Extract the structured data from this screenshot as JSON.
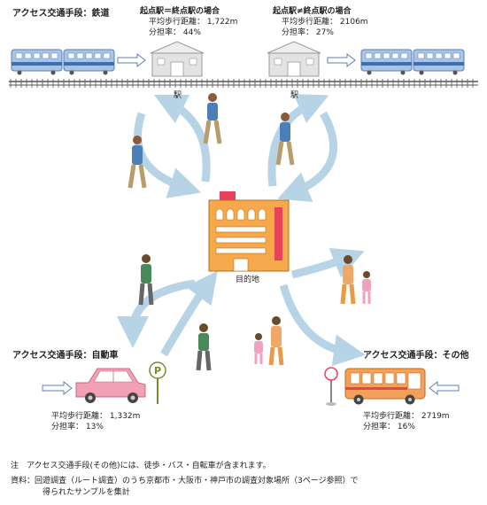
{
  "rail": {
    "header": "アクセス交通手段：鉄道",
    "same_station": {
      "title": "起点駅＝終点駅の場合",
      "distance_label": "平均歩行距離：",
      "distance_value": "1,722m",
      "share_label": "分担率：",
      "share_value": "44%"
    },
    "diff_station": {
      "title": "起点駅≠終点駅の場合",
      "distance_label": "平均歩行距離：",
      "distance_value": "2106m",
      "share_label": "分担率：",
      "share_value": "27%"
    },
    "station_label_left": "駅",
    "station_label_right": "駅"
  },
  "destination": {
    "label": "目的地"
  },
  "car": {
    "header": "アクセス交通手段：自動車",
    "distance_label": "平均歩行距離：",
    "distance_value": "1,332m",
    "share_label": "分担率：",
    "share_value": "13%"
  },
  "other": {
    "header": "アクセス交通手段：その他",
    "distance_label": "平均歩行距離：",
    "distance_value": "2719m",
    "share_label": "分担率：",
    "share_value": "16%"
  },
  "notes": {
    "note": "注　アクセス交通手段(その他)には、徒歩・バス・自転車が含まれます。",
    "source_line1": "資料：回遊調査（ルート調査）のうち京都市・大阪市・神戸市の調査対象場所（3ページ参照）で",
    "source_line2": "得られたサンプルを集計"
  },
  "colors": {
    "arrow": "#b7d3e6",
    "train_body": "#a8c3e8",
    "train_stripe": "#3f6fb0",
    "building": "#f6a94a",
    "building_sign": "#e8425a",
    "car": "#f2a0b4",
    "bus": "#f4a05a",
    "station": "#e3e3e3"
  },
  "icons": [
    "train-icon",
    "station-icon",
    "building-icon",
    "car-icon",
    "parking-sign-icon",
    "bus-icon",
    "bus-stop-icon",
    "pedestrian-icon",
    "family-icon"
  ]
}
